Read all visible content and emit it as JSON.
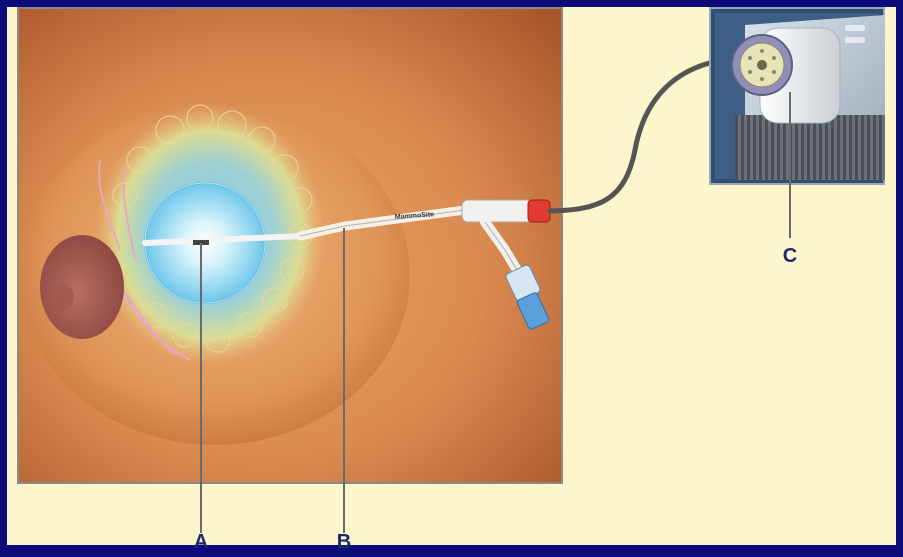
{
  "callouts": {
    "a": "A",
    "b": "B",
    "c": "C"
  },
  "device_label": "MammoSite",
  "colors": {
    "frame": "#0b0b7a",
    "panel": "#fdf6cc",
    "skin": "#d8874f",
    "label": "#1c2a6b",
    "leader": "#6a6a6a"
  }
}
